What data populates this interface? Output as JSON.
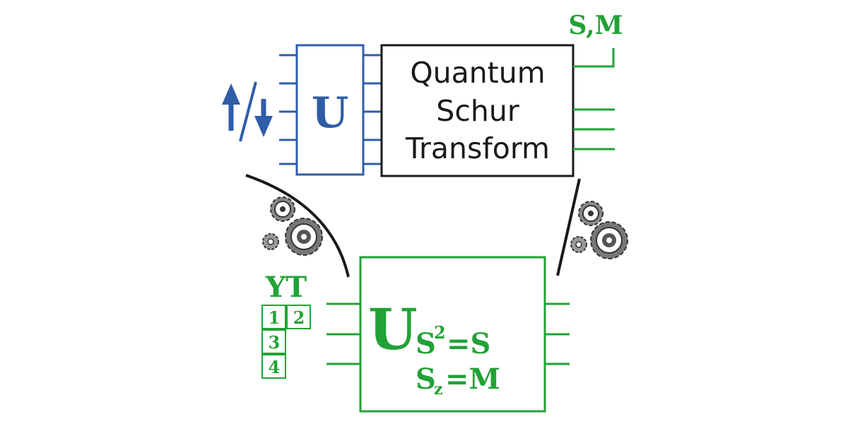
{
  "colors": {
    "blue": "#2f5da8",
    "green": "#22a236",
    "black": "#1a1a1a",
    "gear": "#6a6a6a"
  },
  "unitary_block": {
    "label": "U"
  },
  "spin_label": {
    "icon": "up-down-arrows-icon"
  },
  "schur_block": {
    "line1": "Quantum",
    "line2": "Schur",
    "line3": "Transform"
  },
  "output_label": {
    "text": "S,M"
  },
  "yt_label": {
    "text": "YT"
  },
  "young_tableau": {
    "cells": [
      "1",
      "2",
      "3",
      "4"
    ]
  },
  "result_block": {
    "main": "U",
    "sub1_base": "S",
    "sub1_sup": "2",
    "sub1_eq": "=S",
    "sub2_base": "S",
    "sub2_sub": "z",
    "sub2_eq": "=M"
  },
  "gears": {
    "left": "gears-icon",
    "right": "gears-icon"
  }
}
